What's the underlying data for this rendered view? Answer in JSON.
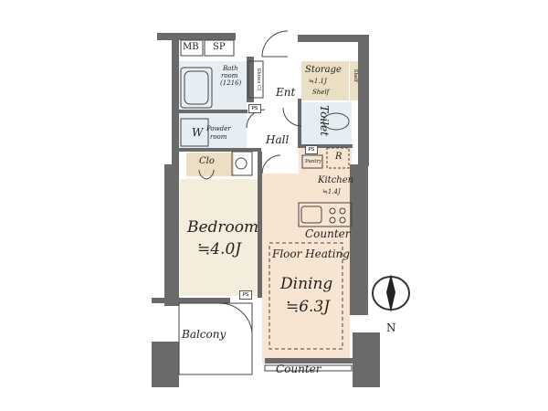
{
  "rooms": {
    "mb": "MB",
    "sp": "SP",
    "bathroom_1": "Bath",
    "bathroom_2": "room",
    "bathroom_3": "(1216)",
    "storage": "Storage",
    "storage_size": "≒1.1J",
    "shelf_storage": "Shelf",
    "shelf_side": "Shelf",
    "ent": "Ent",
    "shoes_cl": "Shoes Cl",
    "washer": "W",
    "powder_1": "Powder",
    "powder_2": "room",
    "toilet": "Toilet",
    "hall": "Hall",
    "clo": "Clo",
    "ps_upper": "PS",
    "ps_mid": "PS",
    "ps_balcony": "PS",
    "pantry": "Pantry",
    "r": "R",
    "kitchen": "Kitchen",
    "kitchen_size": "≒1.4J",
    "counter_kitchen": "Counter",
    "bedroom": "Bedroom",
    "bedroom_size": "≒4.0J",
    "floor_heating": "Floor Heating",
    "dining": "Dining",
    "dining_size": "≒6.3J",
    "balcony": "Balcony",
    "counter_bottom": "Counter"
  },
  "compass": {
    "label": "N"
  },
  "colors": {
    "wall": "#6a6a6a",
    "bedroom_floor": "#f4eddb",
    "dining_floor": "#f7e5d2",
    "tile": "#e6eef3",
    "closet": "#eadfc4",
    "line": "#444444"
  }
}
